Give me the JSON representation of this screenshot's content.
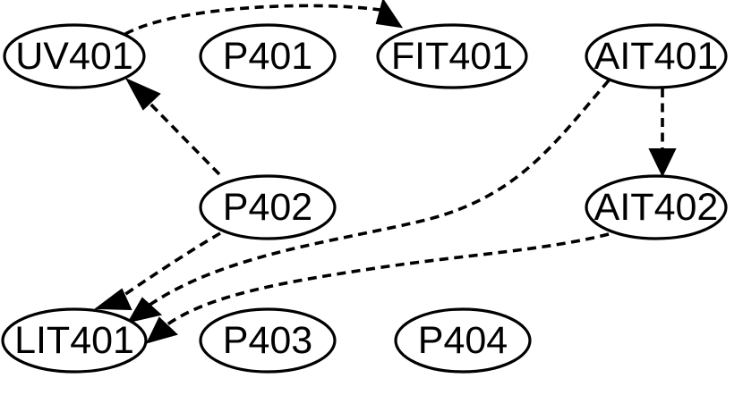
{
  "nodes": {
    "uv401": "UV401",
    "p401": "P401",
    "fit401": "FIT401",
    "ait401": "AIT401",
    "p402": "P402",
    "ait402": "AIT402",
    "lit401": "LIT401",
    "p403": "P403",
    "p404": "P404"
  },
  "edges": [
    {
      "from": "UV401",
      "to": "FIT401"
    },
    {
      "from": "P402",
      "to": "UV401"
    },
    {
      "from": "AIT401",
      "to": "AIT402"
    },
    {
      "from": "P402",
      "to": "LIT401"
    },
    {
      "from": "AIT401",
      "to": "LIT401"
    },
    {
      "from": "AIT402",
      "to": "LIT401"
    }
  ],
  "style": {
    "line_color": "#000000",
    "node_fill": "#ffffff",
    "edge_style": "dashed"
  }
}
